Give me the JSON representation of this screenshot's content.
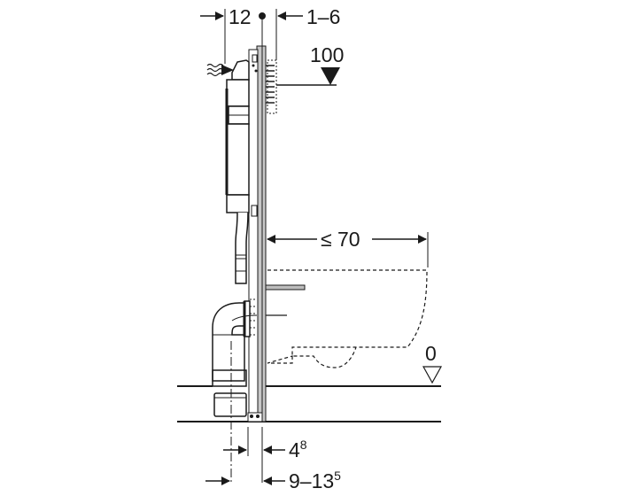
{
  "diagram": {
    "type": "technical installation drawing",
    "subject": "wall-hung WC installation frame with concealed cistern, side view",
    "colors": {
      "line": "#1a1a1a",
      "frame_fill": "#c8c8c8",
      "background": "#ffffff"
    },
    "dimensions": {
      "top_left": {
        "value": "12",
        "name": "cistern-offset-dimension"
      },
      "top_right": {
        "value": "1–6",
        "name": "wall-cover-dimension"
      },
      "actuation_height": {
        "value": "100",
        "name": "actuation-plate-height"
      },
      "bowl_projection": {
        "value": "≤ 70",
        "name": "bowl-projection-dimension"
      },
      "floor_level": {
        "value": "0",
        "name": "finished-floor-level"
      },
      "bottom_upper": {
        "base": "4",
        "sup": "8",
        "name": "frame-foot-dimension"
      },
      "bottom_lower": {
        "base": "9–13",
        "sup": "5",
        "name": "frame-depth-dimension"
      }
    },
    "labels": {
      "water_inlet": "≈"
    }
  }
}
